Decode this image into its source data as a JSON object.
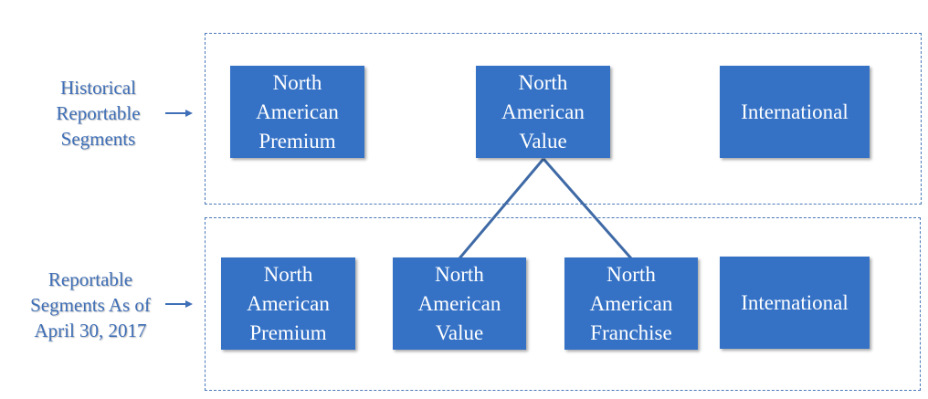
{
  "historical": {
    "label": [
      "Historical",
      "Reportable",
      "Segments"
    ],
    "segments": [
      {
        "lines": [
          "North",
          "American",
          "Premium"
        ]
      },
      {
        "lines": [
          "North",
          "American",
          "Value"
        ]
      },
      {
        "lines": [
          "International"
        ]
      }
    ]
  },
  "current": {
    "label": [
      "Reportable",
      "Segments As of",
      "April 30, 2017"
    ],
    "segments": [
      {
        "lines": [
          "North",
          "American",
          "Premium"
        ]
      },
      {
        "lines": [
          "North",
          "American",
          "Value"
        ]
      },
      {
        "lines": [
          "North",
          "American",
          "Franchise"
        ]
      },
      {
        "lines": [
          "International"
        ]
      }
    ]
  },
  "colors": {
    "box_fill": "#3572c6",
    "label_text": "#3f6fb7",
    "connector": "#3f6aa6"
  }
}
